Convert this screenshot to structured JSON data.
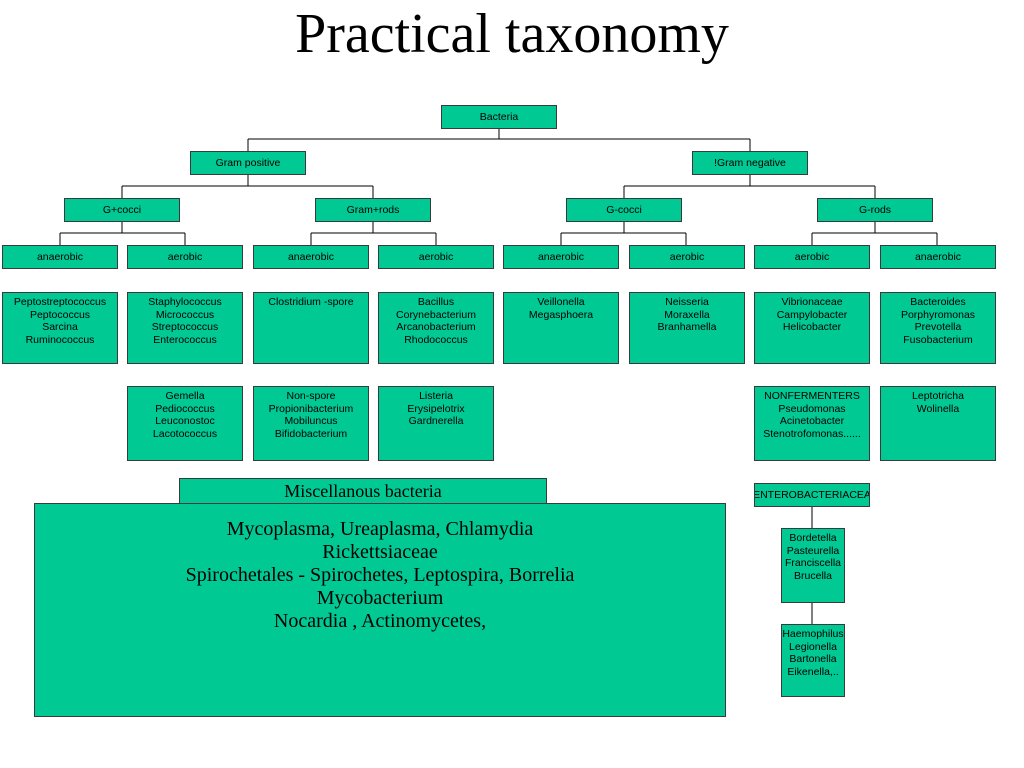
{
  "title": "Practical taxonomy",
  "root": "Bacteria",
  "gram_positive": {
    "label": "Gram positive",
    "cocci": {
      "label": "G+cocci",
      "anaerobic": {
        "label": "anaerobic",
        "genera": [
          "Peptostreptococcus",
          "Peptococcus",
          "Sarcina",
          "Ruminococcus"
        ]
      },
      "aerobic": {
        "label": "aerobic",
        "genera": [
          "Staphylococcus",
          "Micrococcus",
          "Streptococcus",
          "Enterococcus"
        ],
        "more": [
          "Gemella",
          "Pediococcus",
          "Leuconostoc",
          "Lacotococcus"
        ]
      }
    },
    "rods": {
      "label": "Gram+rods",
      "anaerobic": {
        "label": "anaerobic",
        "genera": [
          "Clostridium -spore"
        ],
        "more": [
          "Non-spore",
          "Propionibacterium",
          "Mobiluncus",
          "Bifidobacterium"
        ]
      },
      "aerobic": {
        "label": "aerobic",
        "genera": [
          "Bacillus",
          "Corynebacterium",
          "Arcanobacterium",
          "Rhodococcus"
        ],
        "more": [
          "Listeria",
          "Erysipelotrix",
          "Gardnerella"
        ]
      }
    }
  },
  "gram_negative": {
    "label": "!Gram negative",
    "cocci": {
      "label": "G-cocci",
      "anaerobic": {
        "label": "anaerobic",
        "genera": [
          "Veillonella",
          "Megasphoera"
        ]
      },
      "aerobic": {
        "label": "aerobic",
        "genera": [
          "Neisseria",
          "Moraxella",
          "Branhamella"
        ]
      }
    },
    "rods": {
      "label": "G-rods",
      "aerobic": {
        "label": "aerobic",
        "genera": [
          "Vibrionaceae",
          "Campylobacter",
          "Helicobacter"
        ],
        "nonfermenters": [
          "NONFERMENTERS",
          "Pseudomonas",
          "Acinetobacter",
          "Stenotrofomonas......"
        ],
        "enterobacteriaceae": "ENTEROBACTERIACEA",
        "group1": [
          "Bordetella",
          "Pasteurella",
          "Franciscella",
          "Brucella"
        ],
        "group2": [
          "Haemophilus",
          "Legionella",
          "Bartonella",
          "Eikenella,.."
        ]
      },
      "anaerobic": {
        "label": "anaerobic",
        "genera": [
          "Bacteroides",
          "Porphyromonas",
          "Prevotella",
          "Fusobacterium"
        ],
        "more": [
          "Leptotricha",
          "Wolinella"
        ]
      }
    }
  },
  "misc": {
    "title": "Miscellanous bacteria",
    "lines": [
      "Mycoplasma, Ureaplasma, Chlamydia",
      "Rickettsiaceae",
      "Spirochetales - Spirochetes, Leptospira, Borrelia",
      "Mycobacterium",
      "Nocardia , Actinomycetes,"
    ]
  },
  "colors": {
    "box_fill": "#00c994",
    "border": "#3a3a3a",
    "connector": "#000000"
  }
}
